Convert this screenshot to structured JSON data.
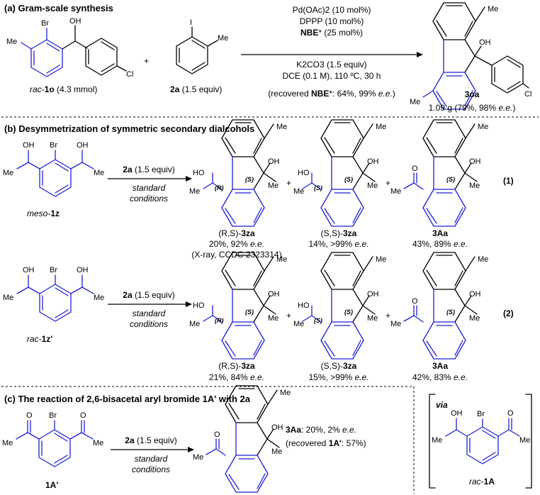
{
  "panel_a": {
    "header": "(a) Gram-scale synthesis",
    "sm_label_pre": "rac-",
    "sm_label_num": "1o",
    "sm_label_amt": " (4.3 mmol)",
    "reagent_label_num": "2a",
    "reagent_label_amt": " (1.5 equiv)",
    "plus": "+",
    "cond1": "Pd(OAc)2 (10 mol%)",
    "cond2": "DPPP (10 mol%)",
    "cond3_bold": "NBE",
    "cond3_rest": "* (25 mol%)",
    "cond4": "K2CO3 (1.5 equiv)",
    "cond5": "DCE (0.1 M), 110 ºC, 30 h",
    "recovered_pre": "(recovered ",
    "recovered_bold": "NBE",
    "recovered_post": "*: 64%, 99% ",
    "recovered_ee": "e.e.",
    "recovered_close": ")",
    "product_label": "3oa",
    "product_yield": "1.09 g (79%, 98% ",
    "product_ee": "e.e.",
    "product_close": ")"
  },
  "panel_b": {
    "header": "(b) Desymmetrization of symmetric secondary dialcohols",
    "cond_main_num": "2a",
    "cond_main_rest": " (1.5 equiv)",
    "cond_std1": "standard",
    "cond_std2": "conditions",
    "plus": "+",
    "row1": {
      "sm_pre": "meso-",
      "sm_num": "1z",
      "eq_label": "(1)",
      "p1_stereo": "(R,S)-",
      "p1_num": "3za",
      "p1_yield": "20%, 92% ",
      "p1_xray": "(X-ray, CCDC 2323314)",
      "p2_stereo": "(S,S)-",
      "p2_num": "3za",
      "p2_yield": "14%, >99% ",
      "p3_num": "3Aa",
      "p3_yield": "43%, 89% "
    },
    "row2": {
      "sm_pre": "rac-",
      "sm_num": "1z'",
      "eq_label": "(2)",
      "p1_stereo": "(R,S)-",
      "p1_num": "3za",
      "p1_yield": "21%, 84% ",
      "p2_stereo": "(S,S)-",
      "p2_num": "3za",
      "p2_yield": "15%, >99% ",
      "p3_num": "3Aa",
      "p3_yield": "42%, 83% "
    },
    "ee": "e.e."
  },
  "panel_c": {
    "header": "(c) The reaction of 2,6-bisacetal aryl bromide 1A' with 2a",
    "sm_label": "1A'",
    "cond_num": "2a",
    "cond_rest": " (1.5 equiv)",
    "cond_std1": "standard",
    "cond_std2": "conditions",
    "result_num": "3Aa",
    "result_rest": ": 20%, 2% ",
    "result_ee": "e.e.",
    "recovered_pre": "(recovered ",
    "recovered_num": "1A'",
    "recovered_post": ": 57%)",
    "via": "via",
    "via_pre": "rac-",
    "via_num": "1A"
  },
  "atoms": {
    "Br": "Br",
    "OH": "OH",
    "HO": "HO",
    "Me": "Me",
    "Cl": "Cl",
    "I": "I",
    "O": "O",
    "S": "(S)",
    "R": "(R)"
  },
  "colors": {
    "blue": "#1f1fd6",
    "black": "#000000"
  }
}
